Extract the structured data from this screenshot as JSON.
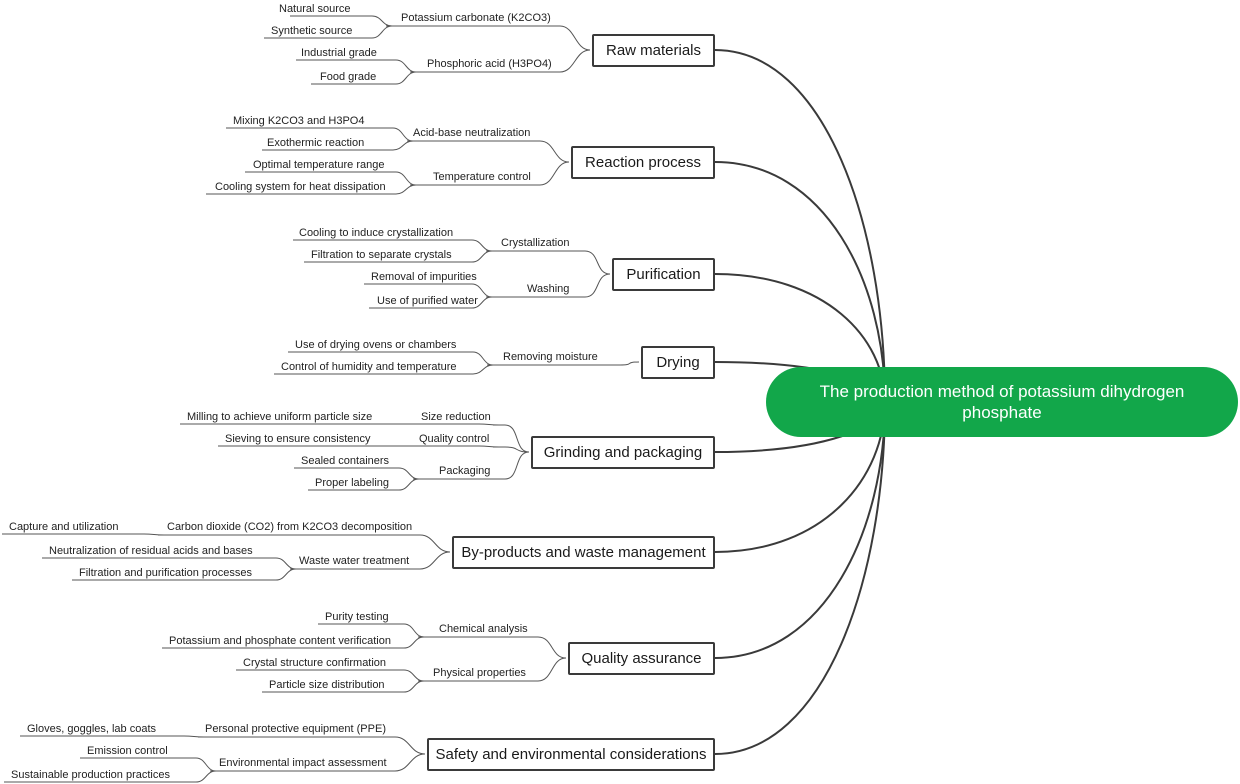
{
  "root": {
    "title": "The production method of potassium dihydrogen phosphate"
  },
  "branches": [
    {
      "title": "Raw materials",
      "children": [
        {
          "label": "Potassium carbonate (K2CO3)",
          "leaves": [
            "Natural source",
            "Synthetic source"
          ]
        },
        {
          "label": "Phosphoric acid (H3PO4)",
          "leaves": [
            "Industrial grade",
            "Food grade"
          ]
        }
      ]
    },
    {
      "title": "Reaction process",
      "children": [
        {
          "label": "Acid-base neutralization",
          "leaves": [
            "Mixing K2CO3 and H3PO4",
            "Exothermic reaction"
          ]
        },
        {
          "label": "Temperature control",
          "leaves": [
            "Optimal temperature range",
            "Cooling system for heat dissipation"
          ]
        }
      ]
    },
    {
      "title": "Purification",
      "children": [
        {
          "label": "Crystallization",
          "leaves": [
            "Cooling to induce crystallization",
            "Filtration to separate crystals"
          ]
        },
        {
          "label": "Washing",
          "leaves": [
            "Removal of impurities",
            "Use of purified water"
          ]
        }
      ]
    },
    {
      "title": "Drying",
      "children": [
        {
          "label": "Removing moisture",
          "leaves": [
            "Use of drying ovens or chambers",
            "Control of humidity and temperature"
          ]
        }
      ]
    },
    {
      "title": "Grinding and packaging",
      "children": [
        {
          "label": "Size reduction",
          "leaves": [
            "Milling to achieve uniform particle size"
          ]
        },
        {
          "label": "Quality control",
          "leaves": [
            "Sieving to ensure consistency"
          ]
        },
        {
          "label": "Packaging",
          "leaves": [
            "Sealed containers",
            "Proper labeling"
          ]
        }
      ]
    },
    {
      "title": "By-products and waste management",
      "children": [
        {
          "label": "Carbon dioxide (CO2) from K2CO3 decomposition",
          "leaves": [
            "Capture and utilization"
          ]
        },
        {
          "label": "Waste water treatment",
          "leaves": [
            "Neutralization of residual acids and bases",
            "Filtration and purification processes"
          ]
        }
      ]
    },
    {
      "title": "Quality assurance",
      "children": [
        {
          "label": "Chemical analysis",
          "leaves": [
            "Purity testing",
            "Potassium and phosphate content verification"
          ]
        },
        {
          "label": "Physical properties",
          "leaves": [
            "Crystal structure confirmation",
            "Particle size distribution"
          ]
        }
      ]
    },
    {
      "title": "Safety and environmental considerations",
      "children": [
        {
          "label": "Personal protective equipment (PPE)",
          "leaves": [
            "Gloves, goggles, lab coats"
          ]
        },
        {
          "label": "Environmental impact assessment",
          "leaves": [
            "Emission control",
            "Sustainable production practices"
          ]
        }
      ]
    }
  ]
}
